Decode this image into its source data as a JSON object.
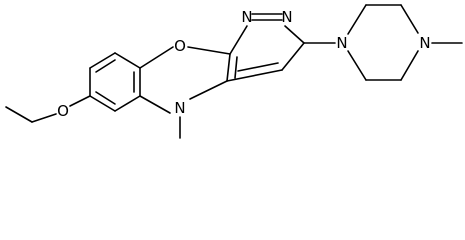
{
  "structure": {
    "atoms": {
      "oxygen_ether": "O",
      "oxygen_ring": "O",
      "nitrogen_pyridazine_1": "N",
      "nitrogen_pyridazine_2": "N",
      "nitrogen_ring_methyl": "N",
      "nitrogen_piperazine_1": "N",
      "nitrogen_piperazine_2": "N"
    },
    "colors": {
      "ink": "#000000",
      "background": "#ffffff"
    }
  }
}
